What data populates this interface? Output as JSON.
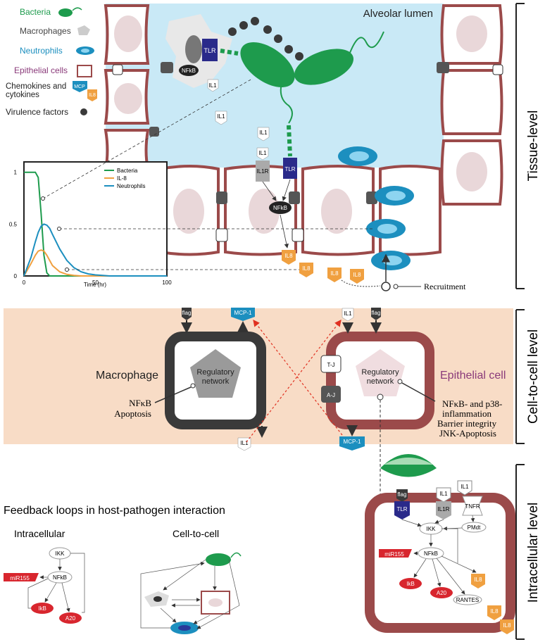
{
  "legend": {
    "bacteria": "Bacteria",
    "macrophages": "Macrophages",
    "neutrophils": "Neutrophils",
    "epithelial": "Epithelial cells",
    "chemokines": "Chemokines and cytokines",
    "chemokine_tag": "MCP",
    "chemokine_tag2": "IL8",
    "virulence": "Virulence factors"
  },
  "tissue": {
    "lumen": "Alveolar lumen",
    "tlr": "TLR",
    "nfkb": "NFkB",
    "il1": "IL1",
    "il1r": "IL1R",
    "il8": "IL8",
    "recruitment": "Recruitment",
    "level": "Tissue-level"
  },
  "chart_data": {
    "type": "line",
    "x": [
      0,
      5,
      8,
      10,
      12,
      14,
      16,
      18,
      20,
      25,
      30,
      35,
      40,
      45,
      50,
      55,
      60,
      100
    ],
    "series": [
      {
        "name": "Bacteria",
        "color": "#1e9b4d",
        "values": [
          1,
          1,
          1,
          0.95,
          0.6,
          0.2,
          0.03,
          0,
          0,
          0,
          0,
          0,
          0,
          0,
          0,
          0,
          0,
          0
        ]
      },
      {
        "name": "IL-8",
        "color": "#f0a040",
        "values": [
          0,
          0.12,
          0.2,
          0.24,
          0.25,
          0.24,
          0.2,
          0.15,
          0.1,
          0.04,
          0.015,
          0.005,
          0,
          0,
          0,
          0,
          0,
          0
        ]
      },
      {
        "name": "Neutrophils",
        "color": "#1c8fbf",
        "values": [
          0,
          0.18,
          0.33,
          0.42,
          0.48,
          0.5,
          0.49,
          0.46,
          0.4,
          0.26,
          0.15,
          0.08,
          0.04,
          0.02,
          0.01,
          0.005,
          0,
          0
        ]
      }
    ],
    "xlabel": "Time (hr)",
    "xlim": [
      0,
      100
    ],
    "ylim": [
      0,
      1.1
    ],
    "xticks": [
      "0",
      "50",
      "100"
    ],
    "yticks": [
      "0",
      "0.5",
      "1"
    ],
    "legend_position": "top-right"
  },
  "cell_level": {
    "flag": "flag",
    "mcp1": "MCP-1",
    "il1": "IL1",
    "macrophage": "Macrophage",
    "regulatory": "Regulatory network",
    "mac_outputs": "NFκB Apoptosis",
    "tj": "T-J",
    "aj": "A-J",
    "epithelial": "Epithelial cell",
    "epi_outputs": "NFκB- and p38-inflammation Barrier integrity JNK-Apoptosis",
    "level": "Cell-to-cell level"
  },
  "feedback": {
    "title": "Feedback loops in host-pathogen interaction",
    "intracellular": "Intracellular",
    "cell_to_cell": "Cell-to-cell",
    "ikk": "IKK",
    "nfkb": "NFkB",
    "mir": "miR155",
    "ikb": "IkB",
    "a20": "A20"
  },
  "intra": {
    "flag": "flag",
    "il1": "IL1",
    "tlr": "TLR",
    "il1r": "IL1R",
    "tnfr": "TNFR",
    "ikk": "IKK",
    "pmdt": "PMdt",
    "nfkb": "NFkB",
    "mir": "miR155",
    "il8": "IL8",
    "ikb": "IkB",
    "a20": "A20",
    "rantes": "RANTES",
    "level": "Intracellular level"
  }
}
